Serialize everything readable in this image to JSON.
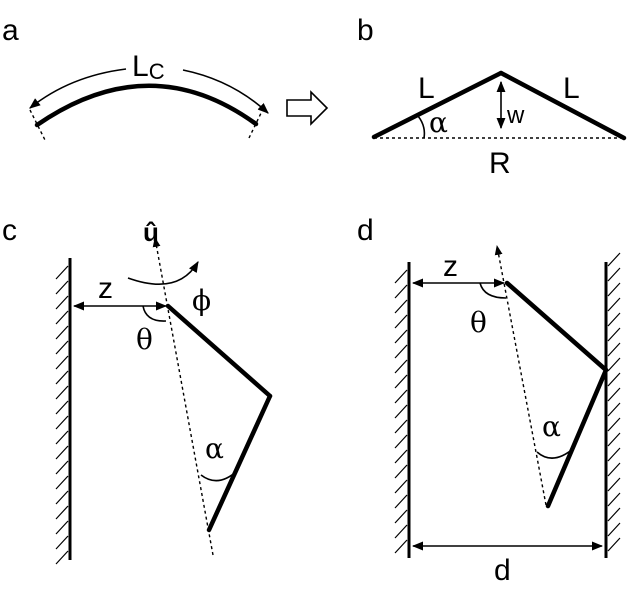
{
  "panels": {
    "a": {
      "label": "a",
      "contour_length": {
        "base": "L",
        "subscript": "C"
      }
    },
    "b": {
      "label": "b",
      "left_arm": "L",
      "right_arm": "L",
      "height": "w",
      "angle": "α",
      "span": "R"
    },
    "c": {
      "label": "c",
      "axis": "û",
      "distance": "z",
      "polar_angle": "θ",
      "azimuth": "ϕ",
      "opening_angle": "α"
    },
    "d": {
      "label": "d",
      "distance": "z",
      "polar_angle": "θ",
      "opening_angle": "α",
      "wall_gap": "d"
    }
  }
}
